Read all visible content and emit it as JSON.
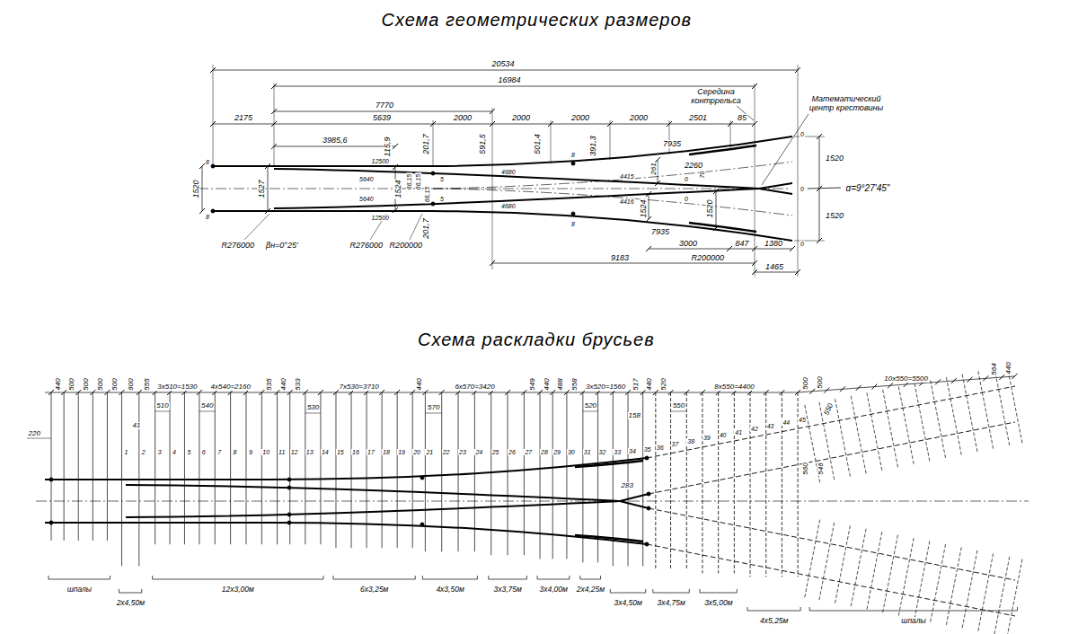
{
  "diagram": {
    "title": "Схема геометрических размеров",
    "labels": [
      "Схема раскладки брусьев",
      "20534",
      "16984",
      "7770",
      "Середина контррельса",
      "Математический центр крестовины",
      "2175",
      "5639",
      "2000",
      "2000",
      "2000",
      "2000",
      "2501",
      "85",
      "3985,6",
      "115,9",
      "201,7",
      "591,5",
      "501,4",
      "391,3",
      "7935",
      "0",
      "1520",
      "8",
      "12500",
      "5640",
      "1524",
      "66,15",
      "66,15",
      "5",
      "4680",
      "8",
      "4415",
      "261",
      "2260",
      "70",
      "0",
      "0",
      "α=9°27'45\"",
      "1520",
      "1527",
      "1520",
      "1524",
      "66,15",
      "5",
      "5640",
      "4416",
      "4680",
      "8",
      "12500",
      "8",
      "0",
      "1520",
      "201,7",
      "7935",
      "0",
      "3000",
      "847",
      "1380",
      "9183",
      "R200000",
      "1465",
      "R276000",
      "βн=0°25'",
      "R276000",
      "R200000",
      "440",
      "500",
      "500",
      "500",
      "500",
      "600",
      "555",
      "3х510=1530",
      "4х540=2160",
      "535",
      "440",
      "533",
      "7х530=3710",
      "440",
      "6х570=3420",
      "549",
      "440",
      "488",
      "558",
      "3х520=1560",
      "517",
      "440",
      "520",
      "8х550=4400",
      "500",
      "500",
      "10х550=5500",
      "564",
      "440",
      "510",
      "540",
      "530",
      "570",
      "520",
      "158",
      "550",
      "550",
      "220",
      "41",
      "283",
      "560",
      "546",
      "1",
      "2",
      "3",
      "4",
      "5",
      "6",
      "7",
      "8",
      "9",
      "10",
      "11",
      "12",
      "13",
      "14",
      "15",
      "16",
      "17",
      "18",
      "19",
      "20",
      "21",
      "22",
      "23",
      "24",
      "25",
      "26",
      "27",
      "28",
      "29",
      "30",
      "31",
      "32",
      "33",
      "34",
      "35",
      "36",
      "37",
      "38",
      "39",
      "40",
      "41",
      "42",
      "43",
      "44",
      "45",
      "шпалы",
      "2х4,50м",
      "12х3,00м",
      "6х3,25м",
      "4х3,50м",
      "3х3,75м",
      "3х4,00м",
      "2х4,25м",
      "3х4,50м",
      "3х4,75м",
      "3х5,00м",
      "4х5,25м",
      "шпалы"
    ]
  }
}
